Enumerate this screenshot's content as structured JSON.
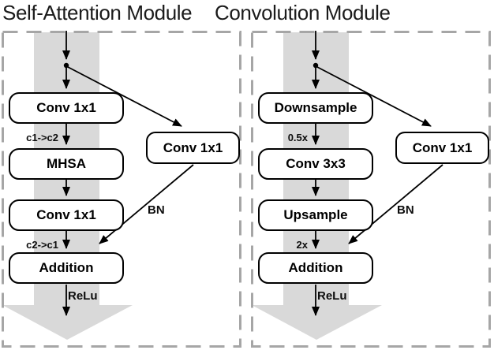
{
  "figure": {
    "modules": [
      {
        "title": "Self-Attention Module",
        "boxes": [
          "Conv 1x1",
          "MHSA",
          "Conv 1x1",
          "Addition"
        ],
        "branch_box": "Conv 1x1",
        "label_after_box1": "c1->c2",
        "label_after_box3": "c2->c1",
        "branch_edge_label": "BN",
        "output_label": "ReLu"
      },
      {
        "title": "Convolution Module",
        "boxes": [
          "Downsample",
          "Conv 3x3",
          "Upsample",
          "Addition"
        ],
        "branch_box": "Conv 1x1",
        "label_after_box1": "0.5x",
        "label_after_box3": "2x",
        "branch_edge_label": "BN",
        "output_label": "ReLu"
      }
    ],
    "colors": {
      "band": "#d9d9d9",
      "dashed_border": "#a6a6a6",
      "line": "#000000"
    }
  }
}
